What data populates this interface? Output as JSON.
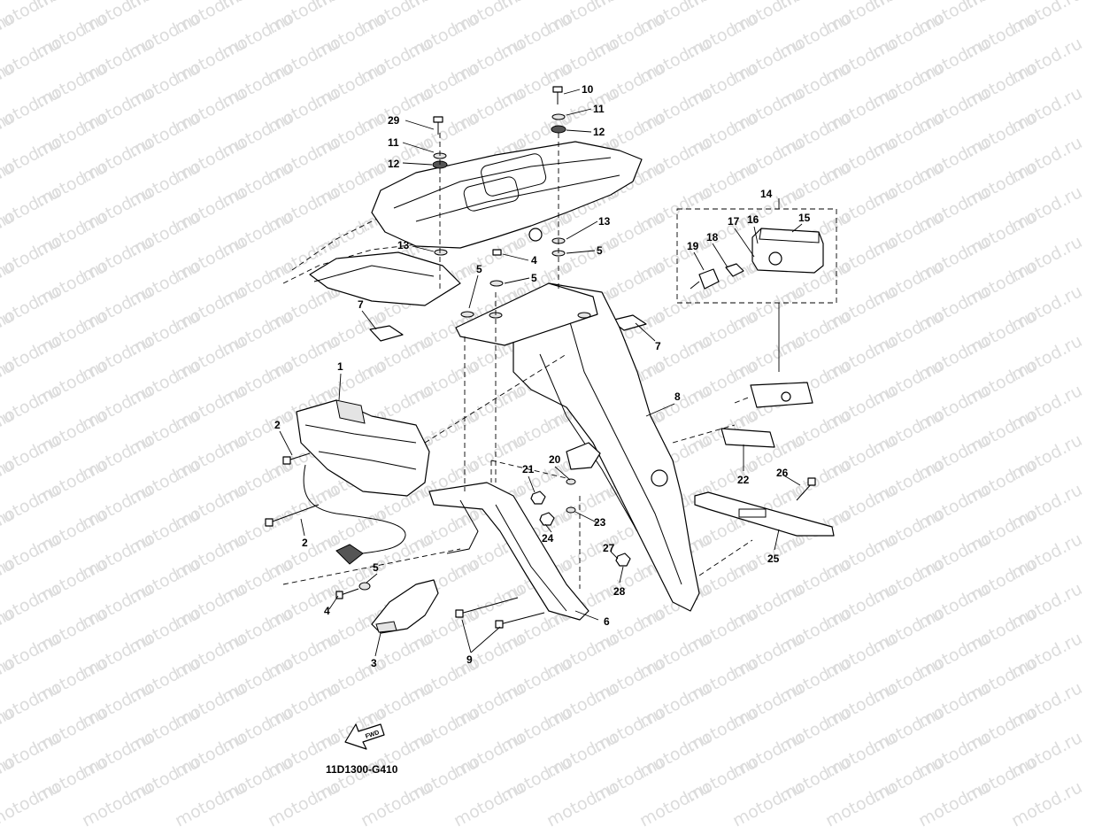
{
  "watermark": "motod.ru",
  "diagram_code": "11D1300-G410",
  "fwd_label": "FWD",
  "callouts": {
    "c1": "1",
    "c2a": "2",
    "c2b": "2",
    "c3": "3",
    "c4a": "4",
    "c4b": "4",
    "c5a": "5",
    "c5b": "5",
    "c5c": "5",
    "c5d": "5",
    "c6": "6",
    "c7a": "7",
    "c7b": "7",
    "c8": "8",
    "c9": "9",
    "c10": "10",
    "c11a": "11",
    "c11b": "11",
    "c12a": "12",
    "c12b": "12",
    "c13a": "13",
    "c13b": "13",
    "c14": "14",
    "c15": "15",
    "c16": "16",
    "c17": "17",
    "c18": "18",
    "c19": "19",
    "c20": "20",
    "c21": "21",
    "c22": "22",
    "c23": "23",
    "c24": "24",
    "c25": "25",
    "c26": "26",
    "c27": "27",
    "c28": "28",
    "c29": "29"
  }
}
